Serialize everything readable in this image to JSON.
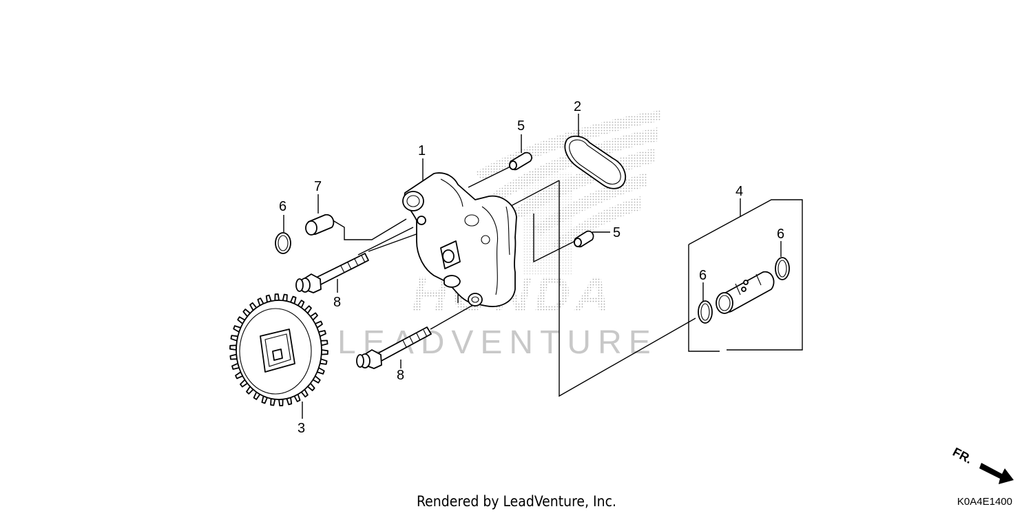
{
  "diagram": {
    "callouts": [
      "1",
      "2",
      "3",
      "4",
      "5",
      "5",
      "6",
      "6",
      "6",
      "7",
      "8",
      "8"
    ],
    "watermark_text": "LEADVENTURE",
    "watermark_logo": "HONDA",
    "direction_label": "FR.",
    "diagram_code": "K0A4E1400",
    "credit": "Rendered by LeadVenture, Inc."
  }
}
